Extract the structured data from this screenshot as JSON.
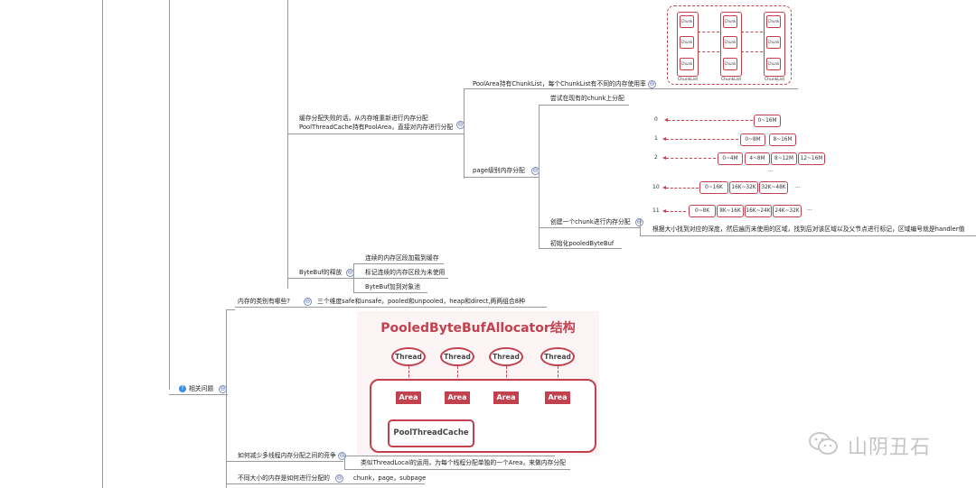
{
  "tree": {
    "pool_area_chunklist": "PoolArea持有ChunkList，每个ChunkList有不同的内存使用率",
    "cache_alloc_fail_line1": "缓存分配失败的话，从内存堆重新进行内存分配",
    "cache_alloc_fail_line2": "PoolThreadCache持有PoolArea，直接对内存进行分配",
    "try_existing_chunk": "尝试在现有的chunk上分配",
    "page_level_alloc": "page级别内存分配",
    "create_chunk": "创建一个chunk进行内存分配",
    "chunk_depth_desc": "根据大小找到对应的深度，然后遍历未使用的区域，找到后对该区域以及父节点进行标记，区域编号就是handler值",
    "init_pooled": "初始化pooledByteBuf",
    "bytebuf_release": "ByteBuf的释放",
    "release_items": [
      "连续的内存区段加载到缓存",
      "标记连续的内存区段为未使用",
      "ByteBuf加到对象池"
    ],
    "memory_types_q": "内存的类别有哪些?",
    "memory_types_a": "三个维度safe和unsafe，pooled和unpooled，heap和direct,两两组合8种",
    "related_questions": "相关问题",
    "reduce_contention_q": "如何减少多线程内存分配之间的竞争",
    "reduce_contention_a": "类似ThreadLocal的运用，为每个线程分配单独的一个Area，来做内存分配",
    "diff_size_q": "不同大小的内存是如何进行分配的",
    "diff_size_a": "chunk，page，subpage",
    "collapse_symbol": "⊖"
  },
  "buddy": {
    "levels": [
      "0",
      "1",
      "2",
      "10",
      "11"
    ],
    "row0": [
      "0~16M"
    ],
    "row1": [
      "0~8M",
      "8~16M"
    ],
    "row2": [
      "0~4M",
      "4~8M",
      "8~12M",
      "12~16M"
    ],
    "row10": [
      "0~16K",
      "16K~32K",
      "32K~48K"
    ],
    "row11": [
      "0~8K",
      "8K~16K",
      "16K~24K",
      "24K~32K"
    ],
    "ellipsis": "..."
  },
  "chunklist_figure": {
    "chunk_label": "Chunk",
    "list_label": "ChunkList"
  },
  "allocator_figure": {
    "title": "PooledByteBufAllocator结构",
    "thread_label": "Thread",
    "area_label": "Area",
    "cache_label": "PoolThreadCache"
  },
  "watermark": "山阴丑石",
  "colors": {
    "accent": "#c2414f",
    "line": "#9a9a9a",
    "watermark": "#bfbfbf"
  }
}
